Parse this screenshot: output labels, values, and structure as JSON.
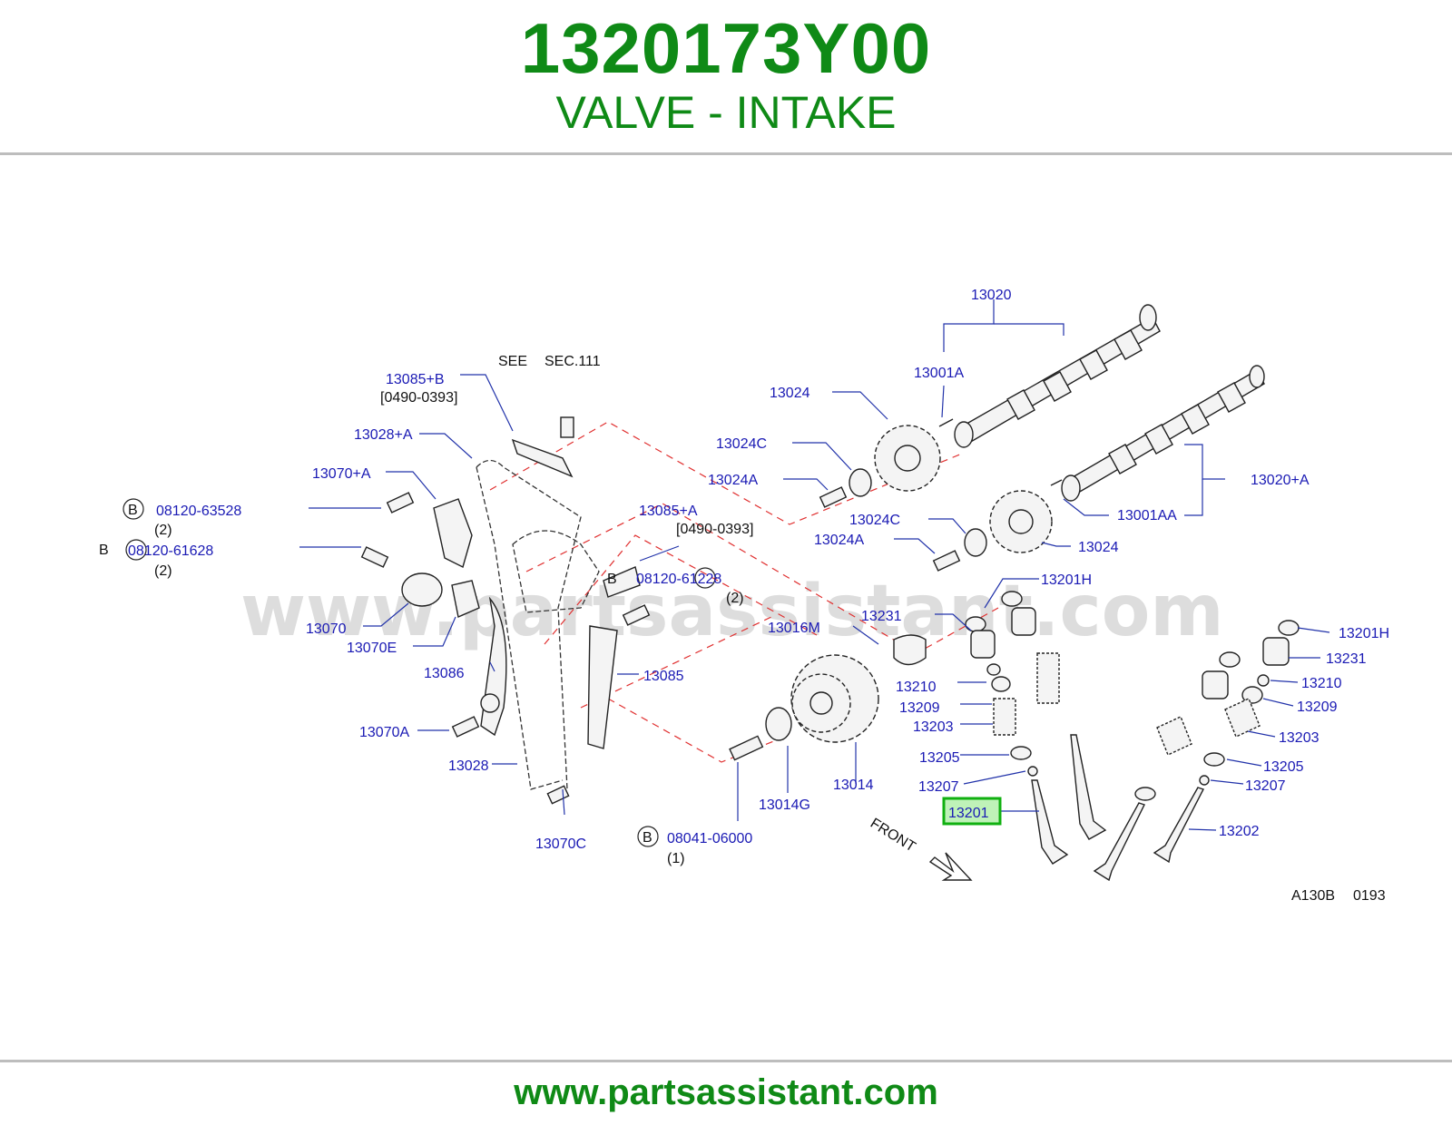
{
  "header": {
    "part_number": "1320173Y00",
    "part_name": "VALVE - INTAKE"
  },
  "watermark": "www.partsassistant.com",
  "footer": {
    "url": "www.partsassistant.com"
  },
  "diagram": {
    "drawing_code": "A130B",
    "drawing_date": "0193",
    "see_note": "SEE",
    "see_section": "SEC.111",
    "front_label": "FRONT",
    "highlight_part": "13201",
    "callouts": [
      {
        "id": "13020",
        "text": "13020"
      },
      {
        "id": "13001A",
        "text": "13001A"
      },
      {
        "id": "13024-top",
        "text": "13024"
      },
      {
        "id": "13024C-top",
        "text": "13024C"
      },
      {
        "id": "13024A-top",
        "text": "13024A"
      },
      {
        "id": "13020+A",
        "text": "13020+A"
      },
      {
        "id": "13001AA",
        "text": "13001AA"
      },
      {
        "id": "13024C-mid",
        "text": "13024C"
      },
      {
        "id": "13024A-mid",
        "text": "13024A"
      },
      {
        "id": "13024-mid",
        "text": "13024"
      },
      {
        "id": "13085+B",
        "text": "13085+B"
      },
      {
        "id": "13085+B-range",
        "text": "[0490-0393]"
      },
      {
        "id": "13028+A",
        "text": "13028+A"
      },
      {
        "id": "13070+A",
        "text": "13070+A"
      },
      {
        "id": "08120-63528",
        "text": "08120-63528"
      },
      {
        "id": "08120-63528-qty",
        "text": "(2)"
      },
      {
        "id": "08120-61628",
        "text": "08120-61628"
      },
      {
        "id": "08120-61628-qty",
        "text": "(2)"
      },
      {
        "id": "13085+A",
        "text": "13085+A"
      },
      {
        "id": "13085+A-range",
        "text": "[0490-0393]"
      },
      {
        "id": "08120-61228",
        "text": "08120-61228"
      },
      {
        "id": "08120-61228-qty",
        "text": "(2)"
      },
      {
        "id": "13070",
        "text": "13070"
      },
      {
        "id": "13070E",
        "text": "13070E"
      },
      {
        "id": "13086",
        "text": "13086"
      },
      {
        "id": "13085",
        "text": "13085"
      },
      {
        "id": "13070A",
        "text": "13070A"
      },
      {
        "id": "13028",
        "text": "13028"
      },
      {
        "id": "13070C",
        "text": "13070C"
      },
      {
        "id": "13016M",
        "text": "13016M"
      },
      {
        "id": "13014G",
        "text": "13014G"
      },
      {
        "id": "13014",
        "text": "13014"
      },
      {
        "id": "08041-06000",
        "text": "08041-06000"
      },
      {
        "id": "08041-06000-qty",
        "text": "(1)"
      },
      {
        "id": "13201H-l",
        "text": "13201H"
      },
      {
        "id": "13231-l",
        "text": "13231"
      },
      {
        "id": "13210-l",
        "text": "13210"
      },
      {
        "id": "13209-l",
        "text": "13209"
      },
      {
        "id": "13203-l",
        "text": "13203"
      },
      {
        "id": "13205-l",
        "text": "13205"
      },
      {
        "id": "13207-l",
        "text": "13207"
      },
      {
        "id": "13201H-r",
        "text": "13201H"
      },
      {
        "id": "13231-r",
        "text": "13231"
      },
      {
        "id": "13210-r",
        "text": "13210"
      },
      {
        "id": "13209-r",
        "text": "13209"
      },
      {
        "id": "13203-r",
        "text": "13203"
      },
      {
        "id": "13205-r",
        "text": "13205"
      },
      {
        "id": "13207-r",
        "text": "13207"
      },
      {
        "id": "13202",
        "text": "13202"
      }
    ],
    "bolt_marker": "B"
  }
}
